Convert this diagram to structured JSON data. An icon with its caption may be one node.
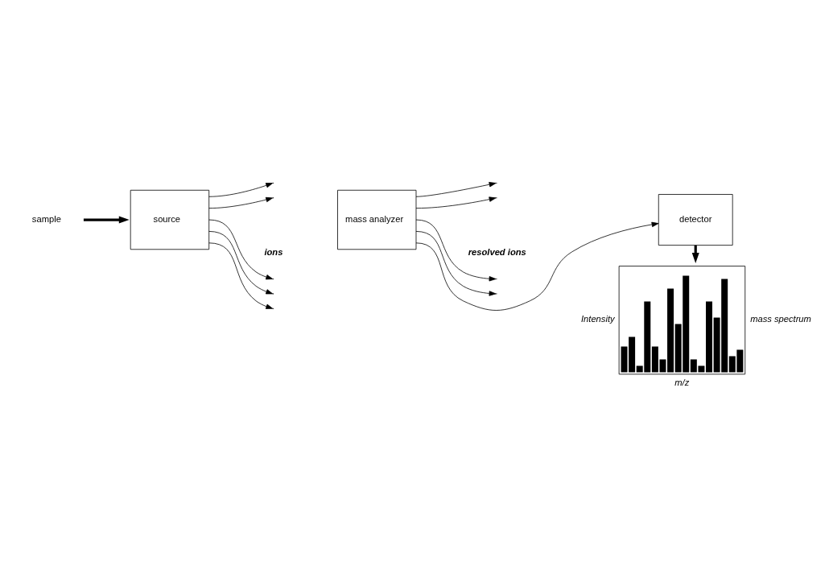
{
  "diagram": {
    "nodes": [
      {
        "text": [
          "sample"
        ]
      },
      {
        "text": [
          "source"
        ]
      },
      {
        "text": [
          "mass analyzer"
        ]
      },
      {
        "text": [
          "detector"
        ]
      },
      {
        "text": [],
        "shape": "picture",
        "beside": [
          "Intensity",
          "mass spectrum",
          "m/z"
        ]
      }
    ],
    "edges": [
      {
        "from": 0,
        "to": 1,
        "arrow": "to",
        "style": "thick"
      },
      {
        "from": 1,
        "to": null,
        "arrow": "to"
      },
      {
        "from": 1,
        "to": null,
        "arrow": "to"
      },
      {
        "from": 1,
        "to": null,
        "arrow": "to"
      },
      {
        "from": 1,
        "to": null,
        "arrow": "to"
      },
      {
        "from": 1,
        "to": null,
        "arrow": "to"
      },
      {
        "from": 2,
        "to": null,
        "arrow": "to"
      },
      {
        "from": 2,
        "to": null,
        "arrow": "to"
      },
      {
        "from": 2,
        "to": null,
        "arrow": "to"
      },
      {
        "from": 2,
        "to": null,
        "arrow": "to"
      },
      {
        "from": 2,
        "to": 3,
        "arrow": "to"
      },
      {
        "from": 3,
        "to": 4,
        "arrow": "to",
        "style": "thick"
      }
    ],
    "labels": [
      "ions",
      "resolved ions"
    ]
  }
}
